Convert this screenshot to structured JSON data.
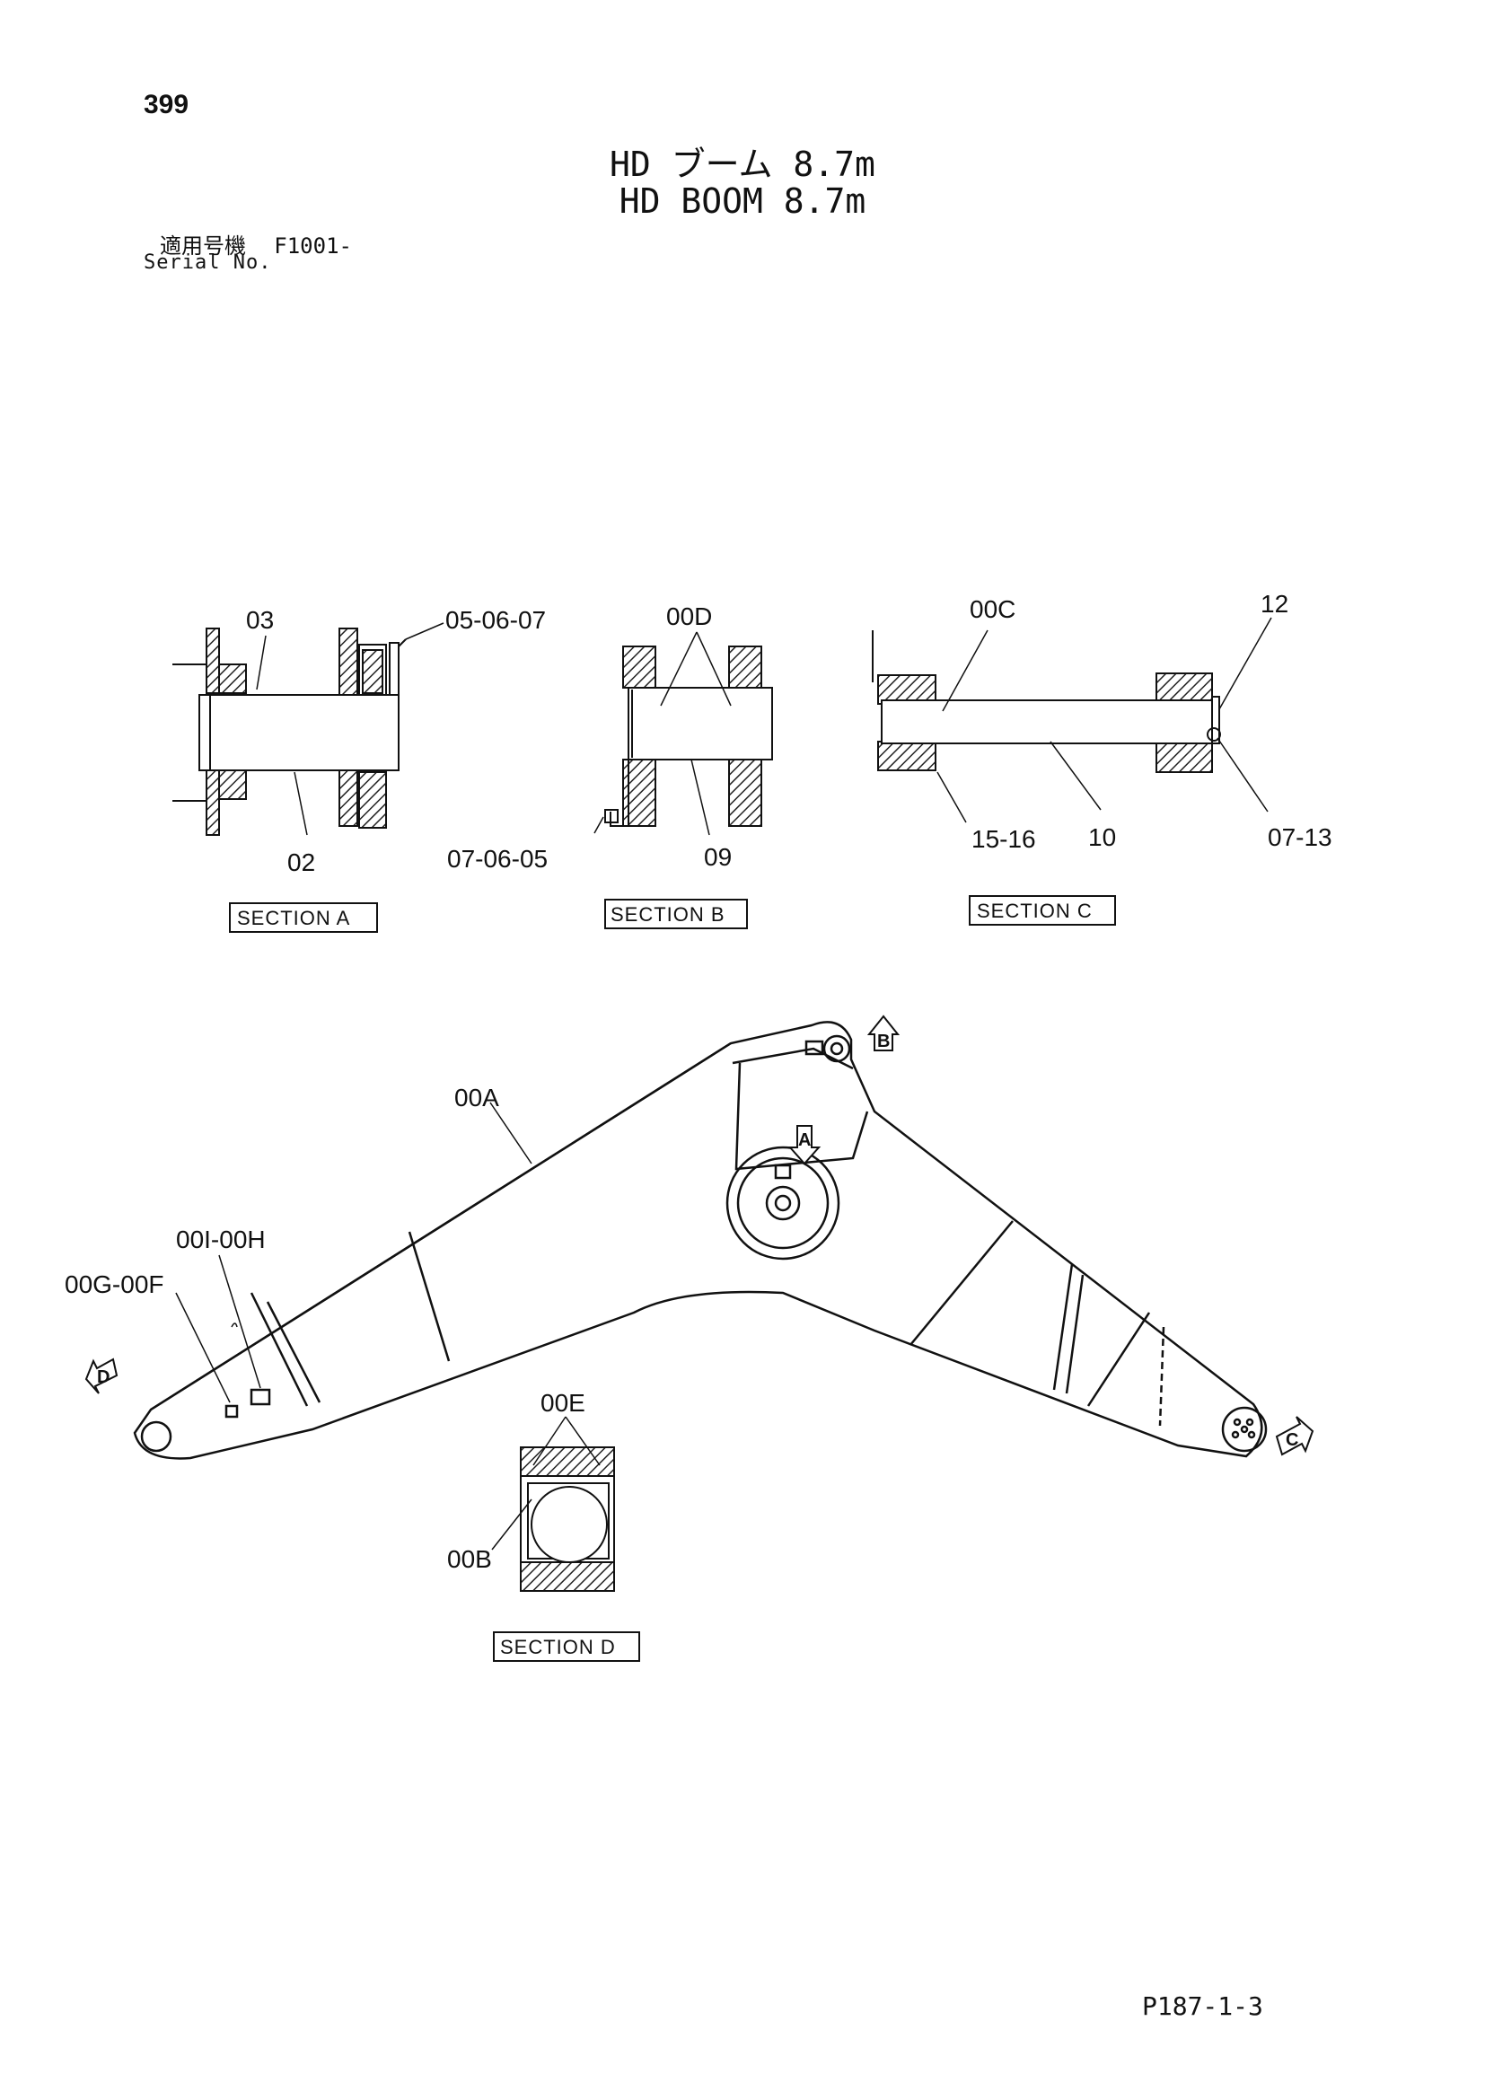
{
  "header": {
    "page_number": "399",
    "title_jp": "HD ブーム 8.7m",
    "title_en": "HD BOOM 8.7m",
    "serial_label_jp": "適用号機",
    "serial_value": "F1001-",
    "serial_label_en": "Serial No."
  },
  "sections": {
    "a": {
      "caption": "SECTION A",
      "callouts": [
        "03",
        "05-06-07",
        "02"
      ]
    },
    "b": {
      "caption": "SECTION B",
      "callouts": [
        "00D",
        "07-06-05",
        "09"
      ]
    },
    "c": {
      "caption": "SECTION C",
      "callouts": [
        "00C",
        "12",
        "15-16",
        "10",
        "07-13"
      ]
    },
    "d": {
      "caption": "SECTION D",
      "callouts": [
        "00E",
        "00B"
      ]
    }
  },
  "boom": {
    "callouts": [
      "00A",
      "00I-00H",
      "00G-00F"
    ],
    "view_markers": [
      "A",
      "B",
      "C",
      "D"
    ]
  },
  "footer": {
    "page_code": "P187-1-3"
  }
}
